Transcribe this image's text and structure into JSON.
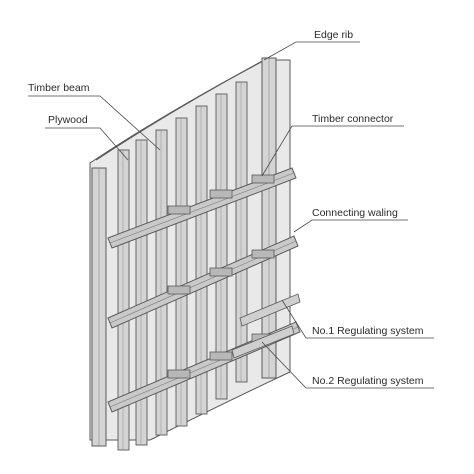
{
  "labels": {
    "edge_rib": "Edge rib",
    "timber_beam": "Timber beam",
    "plywood": "Plywood",
    "timber_connector": "Timber connector",
    "connecting_waling": "Connecting waling",
    "regulating_1": "No.1 Regulating system",
    "regulating_2": "No.2 Regulating system"
  },
  "colors": {
    "stroke": "#5a5a5a",
    "panel": "#e9e9e9",
    "beam": "#d4d4d4",
    "waling": "#c9c9c9",
    "text": "#2b2b2b"
  }
}
